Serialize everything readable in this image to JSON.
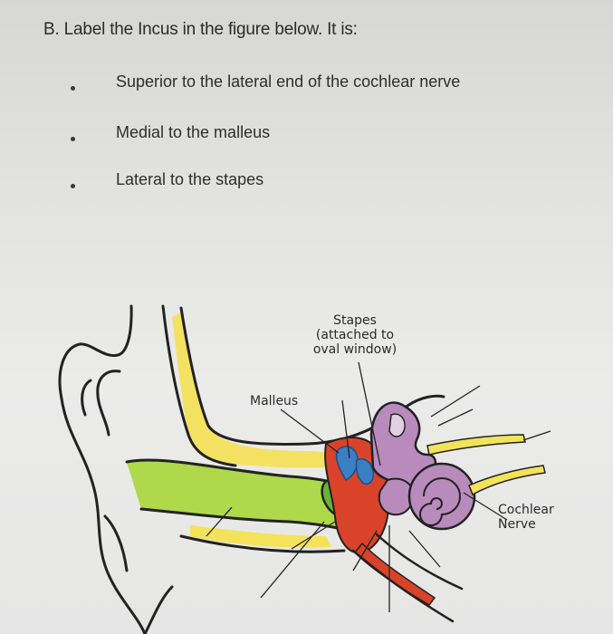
{
  "question": {
    "title": "B. Label the Incus in the figure below. It is:"
  },
  "criteria": [
    {
      "text": "Superior to the lateral end of the cochlear nerve"
    },
    {
      "text": "Medial to the malleus"
    },
    {
      "text": "Lateral to the stapes"
    }
  ],
  "figure": {
    "labels": {
      "stapes_line1": "Stapes",
      "stapes_line2": "(attached to",
      "stapes_line3": "oval window)",
      "malleus": "Malleus",
      "cochlear_line1": "Cochlear",
      "cochlear_line2": "Nerve"
    },
    "colors": {
      "skin_outline": "#222222",
      "cartilage_yellow": "#f5e14a",
      "canal_green": "#a9d63a",
      "eardrum_green": "#6ab23a",
      "ossicle_red": "#d9432a",
      "ossicle_blue": "#3a7fc2",
      "inner_ear_purple": "#b98bbd",
      "nerve_yellow": "#f3e35a"
    }
  }
}
